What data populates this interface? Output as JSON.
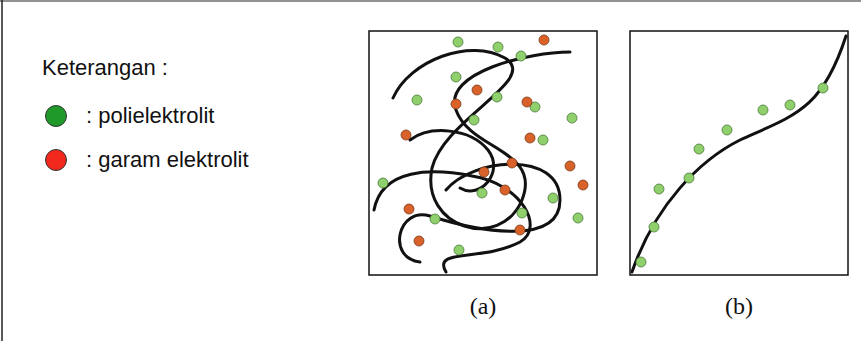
{
  "diagram": {
    "labels": [
      "Keterangan :",
      "(a)",
      "(b)"
    ],
    "legend": [
      {
        "text": ": polielektrolit",
        "color": "#1f9a2a"
      },
      {
        "text": ": garam elektrolit",
        "color": "#f2281c"
      }
    ]
  }
}
